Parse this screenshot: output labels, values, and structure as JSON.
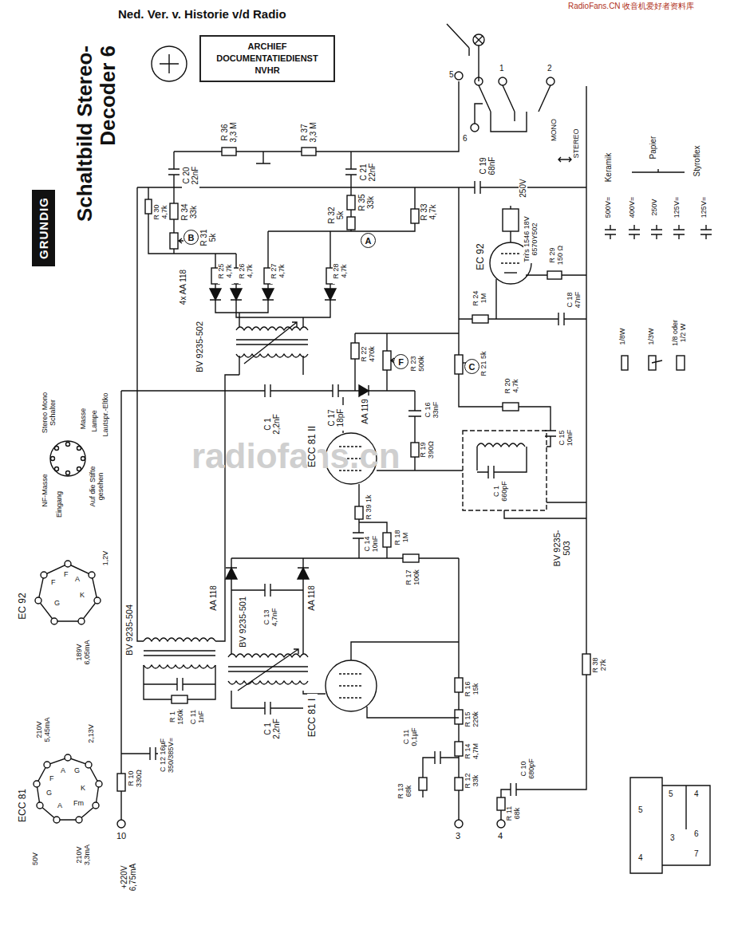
{
  "diagram": {
    "title": "Schaltbild Stereo-Decoder 6",
    "nodes": [
      {
        "text": [
          "GRUNDIG"
        ]
      },
      {
        "text": [
          "ARCHIEF DOCUMENTATIEDIENST NVHR"
        ]
      },
      {
        "text": [
          "B"
        ]
      },
      {
        "text": [
          "A"
        ]
      },
      {
        "text": [
          "F"
        ]
      },
      {
        "text": [
          "C"
        ]
      }
    ],
    "labels": [
      "Ned. Ver. v. Historie v/d Radio",
      "RadioFans.CN 收音机爱好者资料库",
      "radiofans.cn",
      "R 36 3,3 M",
      "R 37 3,3 M",
      "C 20 22nF",
      "C 21 22nF",
      "C 19 68nF",
      "R 30 4,7k",
      "R 34 33k",
      "R 32 5k",
      "R 35 33k",
      "R 33 4,7k",
      "R 31 5k",
      "R 25 4,7k",
      "R 26 4,7k",
      "R 27 4,7k",
      "R 28 4,7k",
      "4x AA 118",
      "Tri's 1546 18V 6570Y502",
      "250V",
      "EC 92",
      "R 29 150 Ω",
      "R 24 1M",
      "C 18 47nF",
      "R 22 470k",
      "R 23 500k",
      "R 21 5k",
      "R 20 4,7k",
      "BV 9235-502",
      "C 17 18pF",
      "AA 119",
      "C 16 33nF",
      "C 15 10nF",
      "C 1 2,2nF",
      "ECC 81 II",
      "R 19 390Ω",
      "C 1 660pF",
      "BV 9235-503",
      "R 39 1k",
      "R 18 1M",
      "C 14 10nF",
      "R 17 100k",
      "AA 118",
      "C 13 4,7nF",
      "AA 118",
      "BV 9235-501",
      "BV 9235-504",
      "C 11 1nF",
      "R 1 150k",
      "C 1 2,2nF",
      "ECC 81 I",
      "R 16 15k",
      "R 15 220k",
      "R 14 4,7M",
      "C 11 0,1µF",
      "R 13 68k",
      "R 12 33k",
      "R 11 68k",
      "C 10 680pF",
      "R 38 27k",
      "R 10 330Ω",
      "C 12 16µF 350/385V=",
      "10",
      "3",
      "4",
      "+220V 6,75mA",
      "MONO",
      "STEREO",
      "5",
      "6",
      "1",
      "2",
      "500V=",
      "400V=",
      "250V",
      "125V=",
      "125V=",
      "Masse",
      "Lampe",
      "Lautspr.-Eltko",
      "Stereo Mono Schalter",
      "NF-Masse",
      "Eingang",
      "Auf die Stifte gesehen",
      "EC 92",
      "1,2V",
      "189V 6,05mA",
      "F",
      "F",
      "A",
      "K",
      "G",
      "ECC 81",
      "210V 5,45mA",
      "2,13V",
      "50V",
      "210V 3,3mA",
      "F",
      "A",
      "G",
      "K",
      "Fm",
      "A",
      "G",
      "5",
      "4",
      "7",
      "5",
      "3",
      "6",
      "4"
    ],
    "legend": [
      {
        "text": "Keramik"
      },
      {
        "text": "Papier"
      },
      {
        "text": "Styroflex"
      },
      {
        "text": "1/8W"
      },
      {
        "text": "1/3W"
      },
      {
        "text": "1/8 oder 1/2 W"
      }
    ]
  }
}
